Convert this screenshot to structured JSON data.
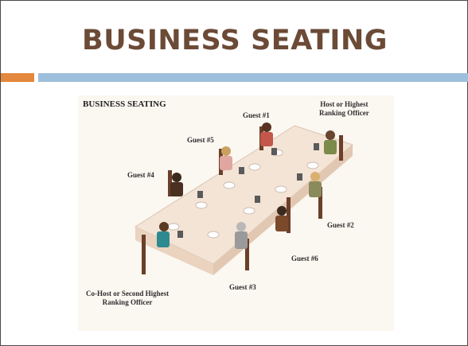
{
  "slide": {
    "title": "BUSINESS SEATING"
  },
  "illustration": {
    "title": "BUSINESS SEATING",
    "labels": {
      "host": "Host or Highest\nRanking Officer",
      "guest1": "Guest #1",
      "guest2": "Guest #2",
      "guest3": "Guest #3",
      "guest4": "Guest #4",
      "guest5": "Guest #5",
      "guest6": "Guest #6",
      "cohost": "Co-Host or Second Highest\nRanking Officer"
    }
  },
  "colors": {
    "title": "#6b4a36",
    "accent_orange": "#e3883d",
    "accent_blue": "#9dbfdb",
    "tablecloth": "#f3e4d6",
    "chair": "#6b3f2a"
  }
}
